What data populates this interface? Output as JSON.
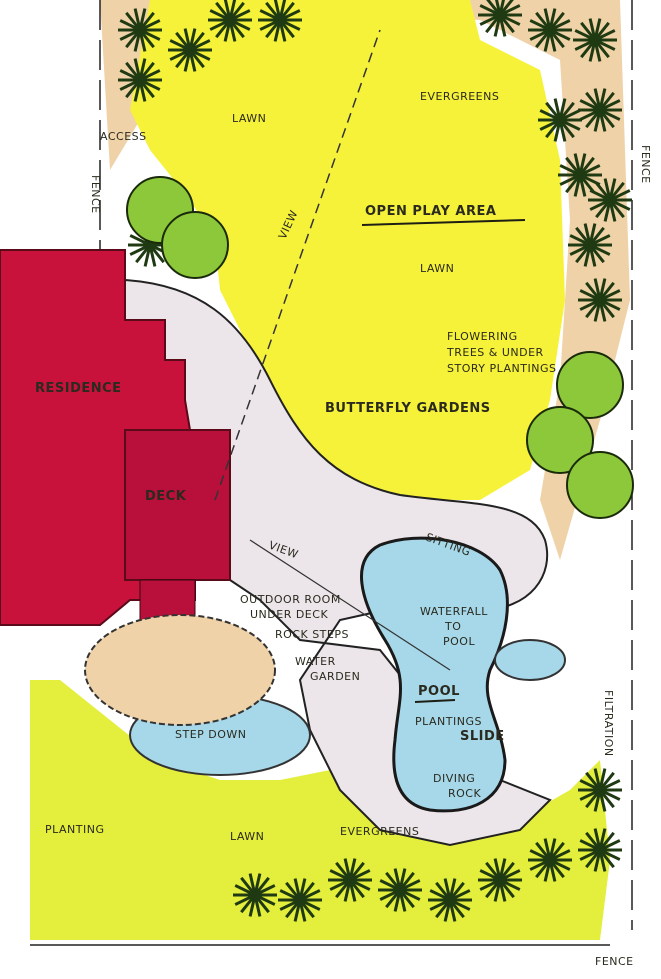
{
  "labels": {
    "access": "ACCESS",
    "fence_left": "FENCE",
    "fence_right": "FENCE",
    "fence_bottom": "FENCE",
    "lawn_top": "LAWN",
    "evergreens_top": "EVERGREENS",
    "view_top": "VIEW",
    "open_play_area": "OPEN PLAY AREA",
    "lawn_middle": "LAWN",
    "flowering_1": "FLOWERING",
    "flowering_2": "TREES & UNDER",
    "flowering_3": "STORY PLANTINGS",
    "residence": "RESIDENCE",
    "butterfly_gardens": "BUTTERFLY GARDENS",
    "deck": "DECK",
    "view_bottom": "VIEW",
    "sitting": "SITTING",
    "outdoor_room_1": "OUTDOOR ROOM",
    "outdoor_room_2": "UNDER DECK",
    "rock_steps": "ROCK STEPS",
    "water_garden_1": "WATER",
    "water_garden_2": "GARDEN",
    "waterfall_1": "WATERFALL",
    "waterfall_2": "TO",
    "waterfall_3": "POOL",
    "pool": "POOL",
    "plantings": "PLANTINGS",
    "slide": "SLIDE",
    "step_down": "STEP DOWN",
    "diving_rock_1": "DIVING",
    "diving_rock_2": "ROCK",
    "filtration": "FILTRATION",
    "planting": "PLANTING",
    "lawn_bottom": "LAWN",
    "evergreens_bottom": "EVERGREENS"
  },
  "colors": {
    "lawn": "#f6f23a",
    "lawn_lower": "#e4ee3c",
    "residence": "#c8123c",
    "path": "#ece6ea",
    "pool": "#a6d8ea",
    "evergreen": "#1f3a12",
    "shrub": "#8cc83a",
    "mulch": "#f0d2a8"
  }
}
